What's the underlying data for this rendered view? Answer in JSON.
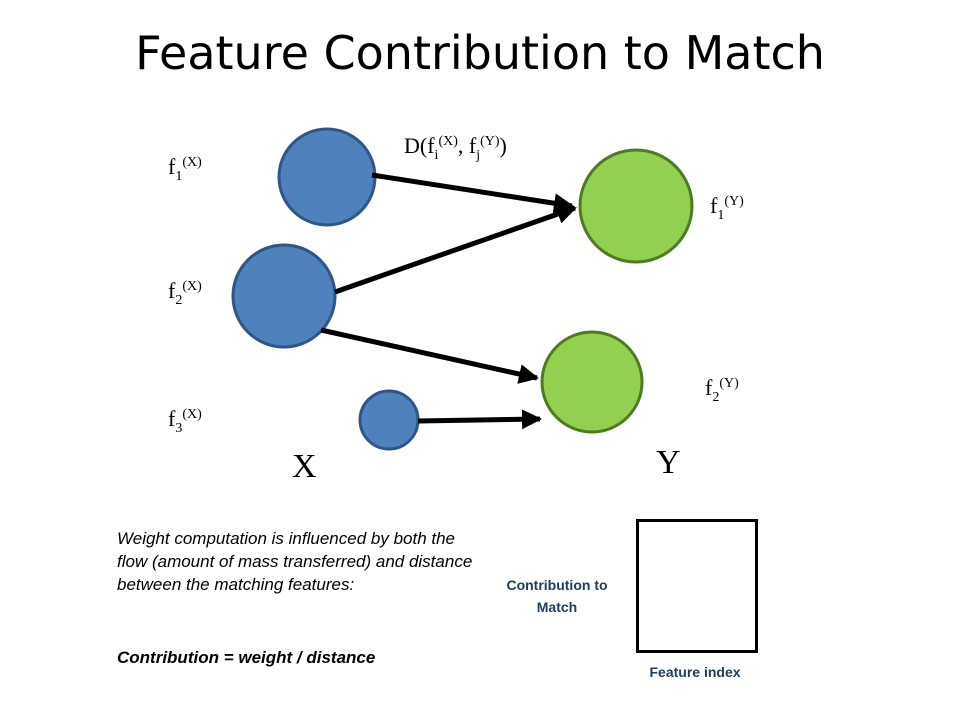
{
  "title": "Feature Contribution to Match",
  "colors": {
    "x_node_fill": "#4f81bd",
    "x_node_stroke": "#2f5686",
    "y_node_fill": "#92d050",
    "y_node_stroke": "#4e7a23",
    "edge": "#000000"
  },
  "distance_label": {
    "prefix": "D(f",
    "sub_i": "i",
    "sup_x": "(X)",
    "sep": ", f",
    "sub_j": "j",
    "sup_y": "(Y)",
    "suffix": ")"
  },
  "x_features": [
    {
      "base": "f",
      "sub": "1",
      "sup": "(X)"
    },
    {
      "base": "f",
      "sub": "2",
      "sup": "(X)"
    },
    {
      "base": "f",
      "sub": "3",
      "sup": "(X)"
    }
  ],
  "y_features": [
    {
      "base": "f",
      "sub": "1",
      "sup": "(Y)"
    },
    {
      "base": "f",
      "sub": "2",
      "sup": "(Y)"
    }
  ],
  "set_labels": {
    "x": "X",
    "y": "Y"
  },
  "description": "Weight computation is  influenced by both the flow (amount of mass transferred) and distance between the matching features:",
  "formula": "Contribution = weight / distance",
  "plot": {
    "ylabel": "Contribution to Match",
    "xlabel": "Feature index"
  }
}
